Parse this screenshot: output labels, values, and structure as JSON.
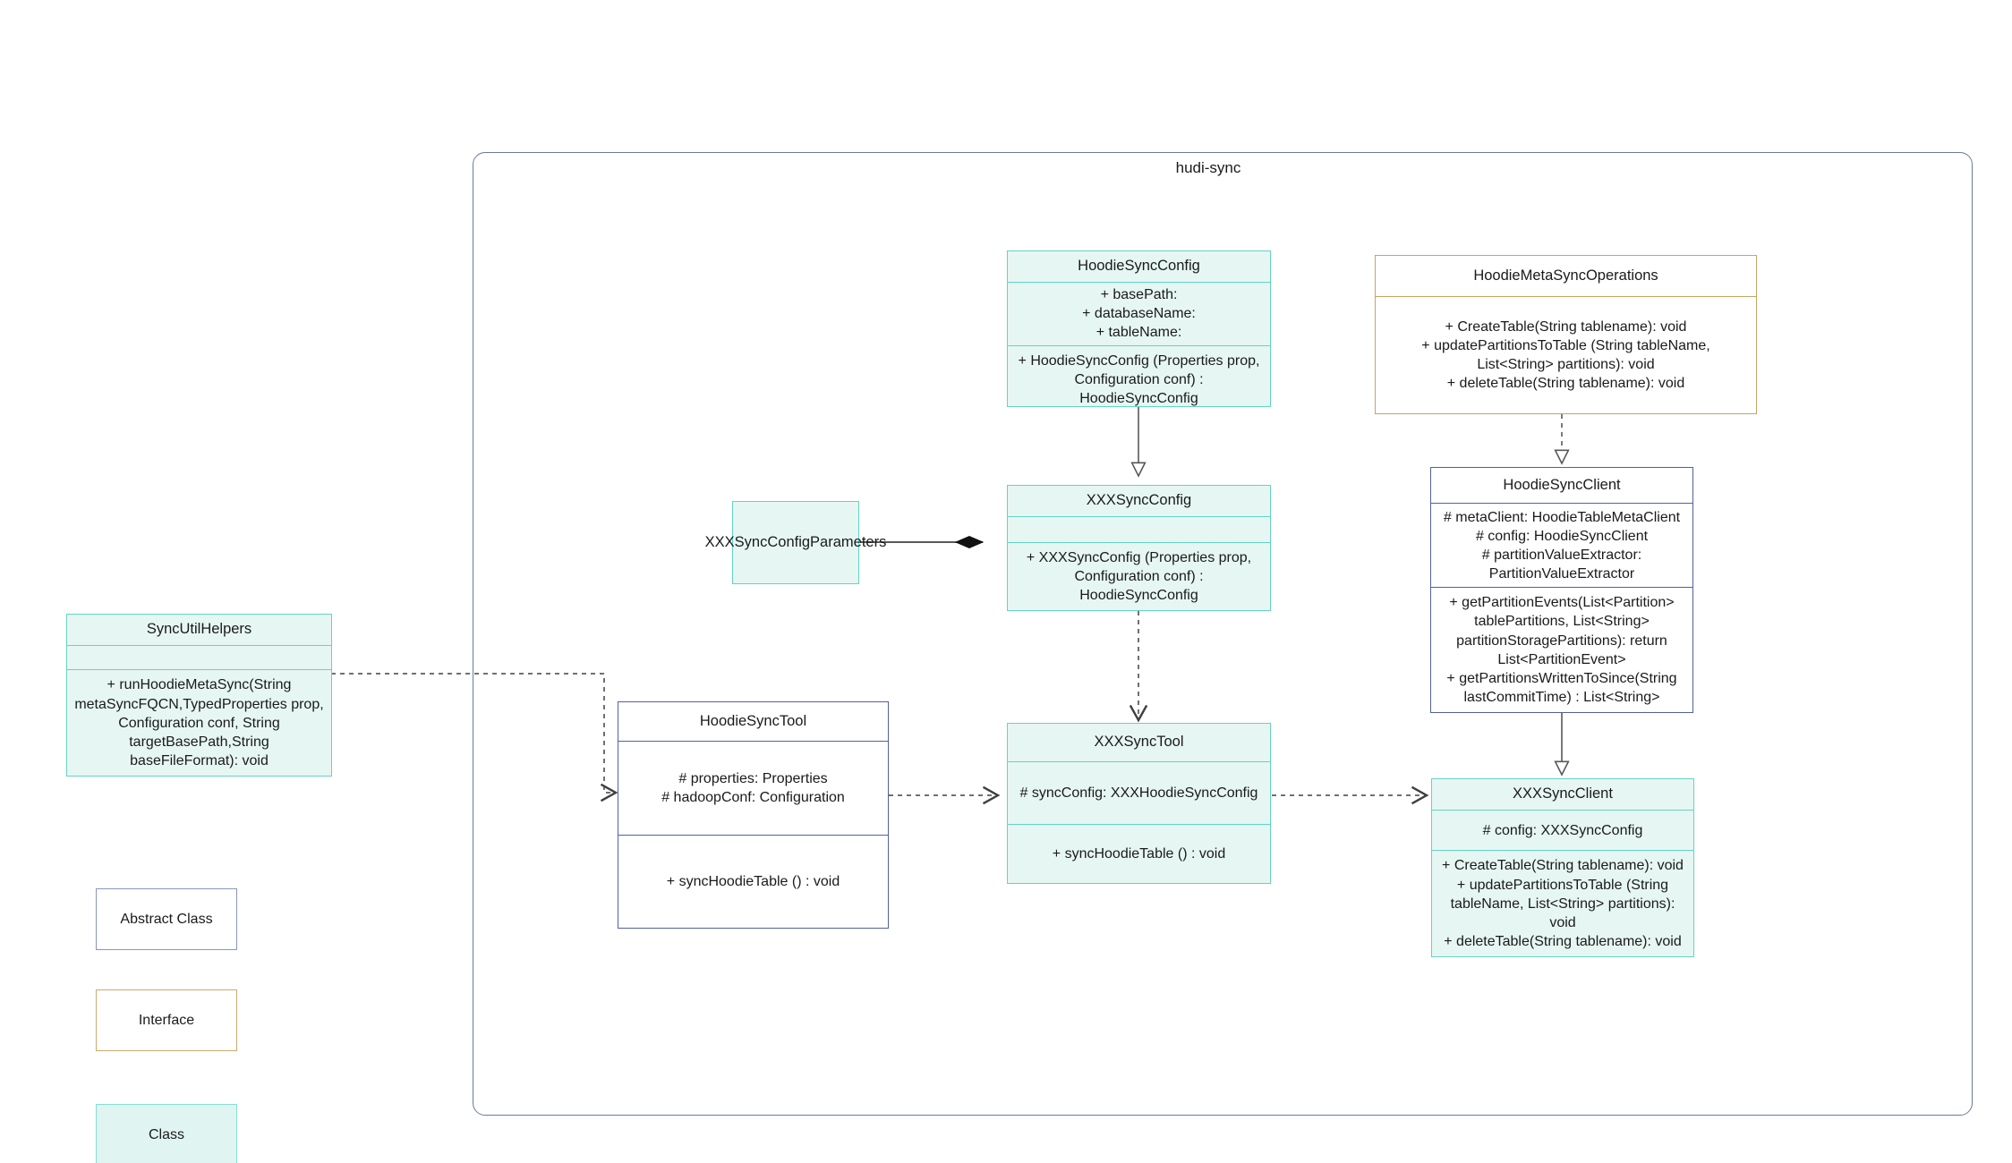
{
  "package": {
    "title": "hudi-sync"
  },
  "classes": {
    "hoodie_sync_config": {
      "name": "HoodieSyncConfig",
      "attributes": "+    basePath:\n+    databaseName:\n+    tableName:",
      "methods": "+    HoodieSyncConfig (Properties prop, Configuration conf) : HoodieSyncConfig",
      "stereotype": "class"
    },
    "hoodie_meta_sync_operations": {
      "name": "HoodieMetaSyncOperations",
      "methods": "+    CreateTable(String tablename): void\n+    updatePartitionsToTable (String tableName, List<String> partitions): void\n+    deleteTable(String tablename): void",
      "stereotype": "interface"
    },
    "hoodie_sync_client": {
      "name": "HoodieSyncClient",
      "attributes": "#    metaClient: HoodieTableMetaClient\n#    config: HoodieSyncClient\n#    partitionValueExtractor: PartitionValueExtractor",
      "methods": "+    getPartitionEvents(List<Partition> tablePartitions, List<String> partitionStoragePartitions): return List<PartitionEvent>\n+    getPartitionsWrittenToSince(String lastCommitTime) : List<String>",
      "stereotype": "abstract"
    },
    "xxx_sync_config": {
      "name": "XXXSyncConfig",
      "attributes": "",
      "methods": "+    XXXSyncConfig (Properties prop, Configuration conf) : HoodieSyncConfig",
      "stereotype": "class"
    },
    "xxx_sync_config_parameters": {
      "name": "XXXSyncConfigParameters",
      "stereotype": "class"
    },
    "sync_util_helpers": {
      "name": "SyncUtilHelpers",
      "attributes": "",
      "methods": "+    runHoodieMetaSync(String metaSyncFQCN,TypedProperties prop, Configuration conf, String targetBasePath,String baseFileFormat): void",
      "stereotype": "class"
    },
    "hoodie_sync_tool": {
      "name": "HoodieSyncTool",
      "attributes": "#   properties: Properties\n#   hadoopConf: Configuration",
      "methods": "+   syncHoodieTable () : void",
      "stereotype": "abstract"
    },
    "xxx_sync_tool": {
      "name": "XXXSyncTool",
      "attributes": "#   syncConfig: XXXHoodieSyncConfig",
      "methods": "+   syncHoodieTable () : void",
      "stereotype": "class"
    },
    "xxx_sync_client": {
      "name": "XXXSyncClient",
      "attributes": "#    config: XXXSyncConfig",
      "methods": "+    CreateTable(String tablename): void\n+    updatePartitionsToTable (String tableName, List<String> partitions): void\n+    deleteTable(String tablename): void",
      "stereotype": "class"
    }
  },
  "legend": [
    {
      "label": "Abstract Class",
      "kind": "abstract"
    },
    {
      "label": "Interface",
      "kind": "interface"
    },
    {
      "label": "Class",
      "kind": "class"
    }
  ],
  "relations": [
    {
      "from": "HoodieSyncConfig",
      "to": "XXXSyncConfig",
      "kind": "generalization",
      "line": "solid",
      "arrow": "hollow-triangle"
    },
    {
      "from": "HoodieMetaSyncOperations",
      "to": "HoodieSyncClient",
      "kind": "realization",
      "line": "dashed",
      "arrow": "hollow-triangle"
    },
    {
      "from": "XXXSyncConfigParameters",
      "to": "XXXSyncConfig",
      "kind": "composition",
      "line": "solid",
      "arrow": "filled-diamond"
    },
    {
      "from": "XXXSyncConfig",
      "to": "XXXSyncTool",
      "kind": "dependency",
      "line": "dashed",
      "arrow": "open"
    },
    {
      "from": "HoodieSyncClient",
      "to": "XXXSyncClient",
      "kind": "generalization",
      "line": "solid",
      "arrow": "hollow-triangle"
    },
    {
      "from": "SyncUtilHelpers",
      "to": "HoodieSyncTool",
      "kind": "dependency",
      "line": "dashed",
      "arrow": "open"
    },
    {
      "from": "HoodieSyncTool",
      "to": "XXXSyncTool",
      "kind": "dependency",
      "line": "dashed",
      "arrow": "open"
    },
    {
      "from": "XXXSyncTool",
      "to": "XXXSyncClient",
      "kind": "dependency",
      "line": "dashed",
      "arrow": "open"
    }
  ],
  "colors": {
    "class_border": "#63d3c4",
    "class_fill": "#e6f7f3",
    "abstract_border": "#51619e",
    "interface_border": "#c8a464",
    "frame_border": "#6b7a99",
    "connector": "#595959"
  }
}
